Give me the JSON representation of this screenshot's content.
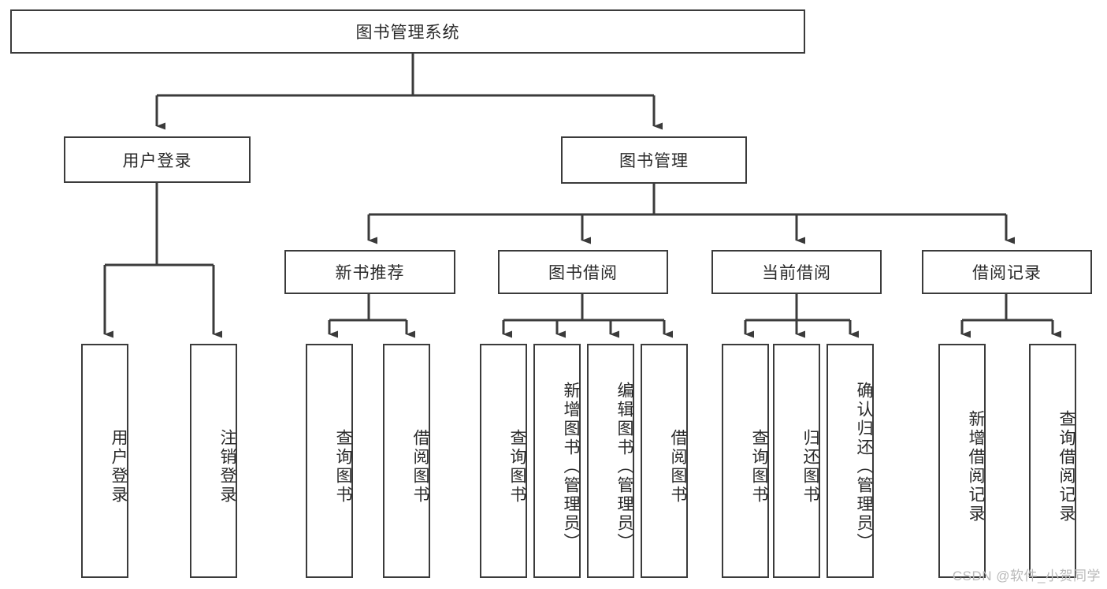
{
  "diagram": {
    "type": "tree-hierarchy",
    "title": "图书管理系统",
    "root": {
      "id": "root",
      "label": "图书管理系统",
      "orientation": "horizontal"
    },
    "level1": [
      {
        "id": "user-login",
        "label": "用户登录",
        "orientation": "horizontal"
      },
      {
        "id": "book-manage",
        "label": "图书管理",
        "orientation": "horizontal"
      }
    ],
    "level2": [
      {
        "id": "new-book-recommend",
        "label": "新书推荐",
        "orientation": "horizontal",
        "parent": "book-manage"
      },
      {
        "id": "book-borrow",
        "label": "图书借阅",
        "orientation": "horizontal",
        "parent": "book-manage"
      },
      {
        "id": "current-borrow",
        "label": "当前借阅",
        "orientation": "horizontal",
        "parent": "book-manage"
      },
      {
        "id": "borrow-record",
        "label": "借阅记录",
        "orientation": "horizontal",
        "parent": "book-manage"
      }
    ],
    "leaves": [
      {
        "id": "leaf-user-login",
        "label": "用户登录",
        "parent": "user-login"
      },
      {
        "id": "leaf-user-logout",
        "label": "注销登录",
        "parent": "user-login"
      },
      {
        "id": "leaf-query-book-1",
        "label": "查询图书",
        "parent": "new-book-recommend"
      },
      {
        "id": "leaf-borrow-book-1",
        "label": "借阅图书",
        "parent": "new-book-recommend"
      },
      {
        "id": "leaf-query-book-2",
        "label": "查询图书",
        "parent": "book-borrow"
      },
      {
        "id": "leaf-add-book",
        "label": "新增图书（管理员）",
        "parent": "book-borrow"
      },
      {
        "id": "leaf-edit-book",
        "label": "编辑图书（管理员）",
        "parent": "book-borrow"
      },
      {
        "id": "leaf-borrow-book-2",
        "label": "借阅图书",
        "parent": "book-borrow"
      },
      {
        "id": "leaf-query-book-3",
        "label": "查询图书",
        "parent": "current-borrow"
      },
      {
        "id": "leaf-return-book",
        "label": "归还图书",
        "parent": "current-borrow"
      },
      {
        "id": "leaf-confirm-return",
        "label": "确认归还（管理员）",
        "parent": "current-borrow"
      },
      {
        "id": "leaf-add-record",
        "label": "新增借阅记录",
        "parent": "borrow-record"
      },
      {
        "id": "leaf-query-record",
        "label": "查询借阅记录",
        "parent": "borrow-record"
      }
    ]
  },
  "watermark": {
    "text": "CSDN @软件_小贺同学"
  },
  "colors": {
    "stroke": "#3b3b3b",
    "text": "#2a2a2a",
    "background": "#ffffff",
    "watermark": "#b9b9b9"
  }
}
